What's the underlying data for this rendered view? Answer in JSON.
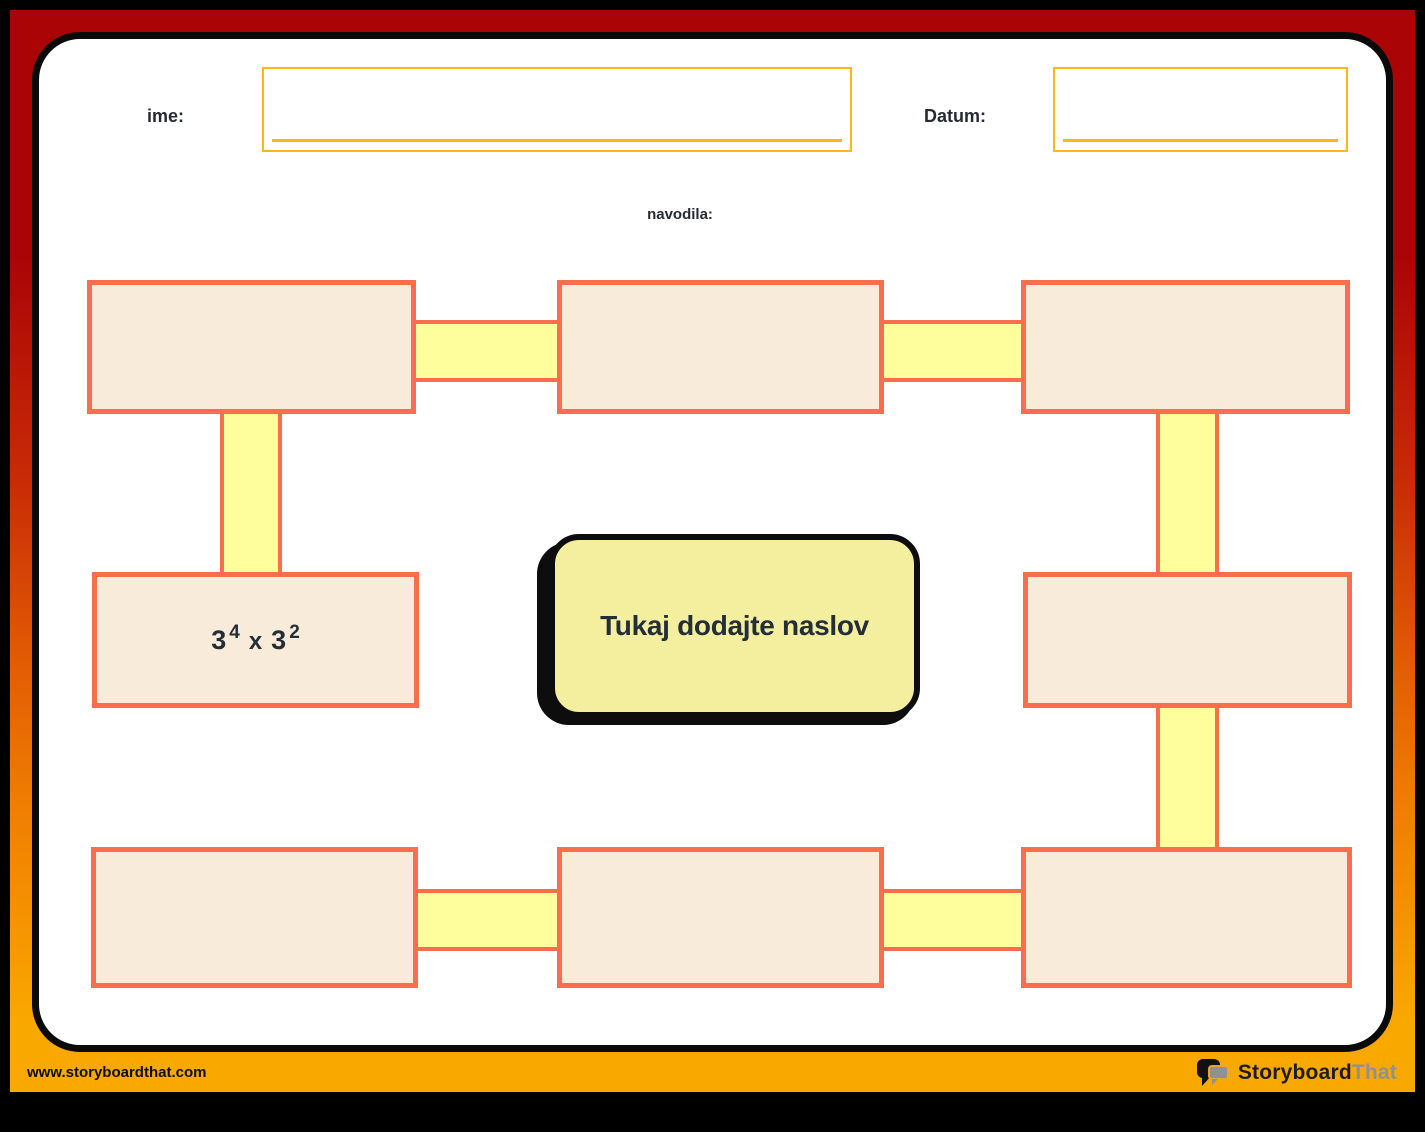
{
  "header": {
    "name_label": "ime:",
    "date_label": "Datum:",
    "instructions_label": "navodila:",
    "name_value": "",
    "date_value": ""
  },
  "title_box": {
    "text": "Tukaj dodajte naslov"
  },
  "flowchart": {
    "expression": {
      "base1": "3",
      "exponent1": "4",
      "operator": "x",
      "base2": "3",
      "exponent2": "2"
    },
    "boxes": [
      {
        "id": "top-left",
        "text": ""
      },
      {
        "id": "top-center",
        "text": ""
      },
      {
        "id": "top-right",
        "text": ""
      },
      {
        "id": "middle-left",
        "text": "3⁴ x 3²"
      },
      {
        "id": "middle-right",
        "text": ""
      },
      {
        "id": "bottom-left",
        "text": ""
      },
      {
        "id": "bottom-center",
        "text": ""
      },
      {
        "id": "bottom-right",
        "text": ""
      }
    ]
  },
  "footer": {
    "url": "www.storyboardthat.com",
    "logo": {
      "part1": "Storyboard",
      "part2": "That",
      "icon": "speech-bubbles-icon"
    }
  },
  "colors": {
    "frame_gradient_top": "#AB0406",
    "frame_gradient_bottom": "#F9A800",
    "box_fill": "#F8EBD9",
    "box_border": "#F96F4E",
    "connector_fill": "#FEFE9C",
    "title_fill": "#F4EE9F",
    "title_border": "#0D0D0D",
    "input_border": "#FDB913",
    "text_dark": "#242E39",
    "logo_gray": "#8F9193"
  }
}
